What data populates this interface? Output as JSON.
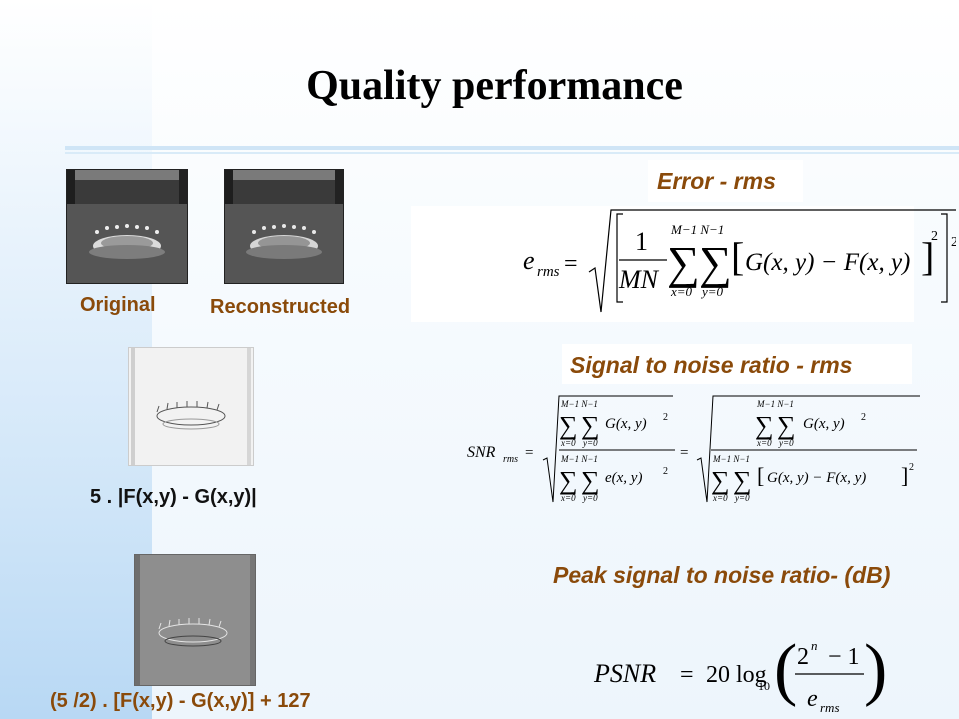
{
  "slide": {
    "title": "Quality performance"
  },
  "images": {
    "original_label": "Original",
    "reconstructed_label": "Reconstructed",
    "diff_label": "5 . |F(x,y) - G(x,y)|",
    "scaled_diff_label": "(5 /2) . [F(x,y) - G(x,y)] + 127"
  },
  "metrics": {
    "error_heading": "Error - rms",
    "snr_heading": "Signal to noise ratio -  rms",
    "psnr_heading": "Peak signal to noise ratio-  (dB)"
  },
  "formulas": {
    "erms_lhs": "e",
    "erms_sub": "rms",
    "eq": "=",
    "one": "1",
    "MN": "MN",
    "sum_top": "M−1 N−1",
    "sum_bottom_x": "x=0",
    "sum_bottom_y": "y=0",
    "erms_body": "G(x, y) − F(x, y)",
    "sq": "2",
    "snr_lhs": "SNR",
    "snr_sub": "rms",
    "snr_num": "G(x, y)",
    "snr_den1": "e(x, y)",
    "snr_den2": "G(x, y) − F(x, y)",
    "psnr_lhs": "PSNR",
    "psnr_mid": "20 log",
    "psnr_base": "10",
    "psnr_num": "2",
    "psnr_exp": "n",
    "psnr_minus": "− 1",
    "psnr_den": "e",
    "psnr_den_sub": "rms"
  }
}
